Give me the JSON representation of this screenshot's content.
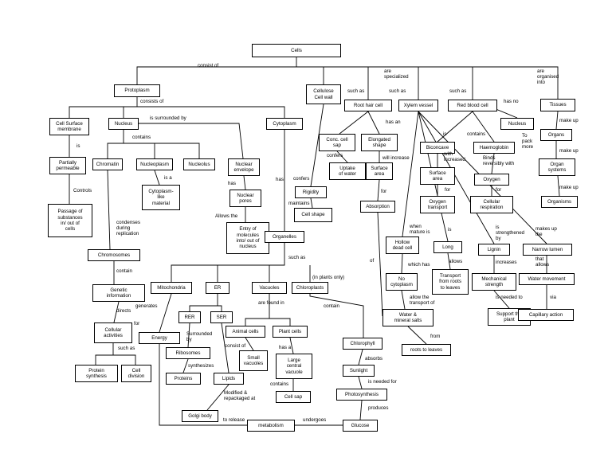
{
  "nodes": {
    "cells": "Cells",
    "protoplasm": "Protoplasm",
    "cellulose": "Cellulose\nCell wall",
    "root_hair": "Root hair cell",
    "xylem": "Xylem vessel",
    "rbc": "Red blood cell",
    "tissues": "Tissues",
    "csm": "Cell Surface\nmembrane",
    "nucleus": "Nucleus",
    "cytoplasm": "Cytoplasm",
    "conc_sap": "Conc. cell\nsap",
    "elongated": "Elongated\nshape",
    "biconcave": "Biconcave",
    "haemoglobin": "Haemoglobin",
    "nucleus2": "Nucleus",
    "organs": "Organs",
    "partially": "Partially\npermeable",
    "chromatin": "Chromatin",
    "nucleoplasm": "Nucleoplasm",
    "nucleolus": "Nucleolus",
    "nuclear_env": "Nuclear\nenvelope",
    "uptake": "Uptake\nof water",
    "surface_area": "Surface\narea",
    "surface_area2": "Surface\narea",
    "oxygen": "Oxygen",
    "organ_systems": "Organ\nsystems",
    "cyto_like": "Cytoplasm-\nlike\nmaterial",
    "rigidity": "Rigidity",
    "oxygen_transport": "Oxygen\ntransport",
    "cellular_resp": "Cellular\nrespiration",
    "organisms": "Organisms",
    "passage": "Passage of\nsubstances\nin/ out of\ncells",
    "nuclear_pores": "Nuclear\npores",
    "absorption": "Absorption",
    "cell_shape": "Cell shape",
    "entry": "Entry of\nmolecules\ninto/ out of\nnucleus",
    "organelles": "Organelles",
    "hollow": "Hollow\ndead cell",
    "long": "Long",
    "lignin": "Lignin",
    "narrow_lumen": "Narrow lumen",
    "chromosomes": "Chromosomes",
    "transport_roots": "Transport\nfrom roots\nto leaves",
    "no_cyto": "No\ncytoplasm",
    "mech_strength": "Mechanical\nstrength",
    "water_movement": "Water movement",
    "genetic_info": "Genetic\ninformation",
    "mitochondria": "Mitochondria",
    "er": "ER",
    "vacuoles": "Vacuoles",
    "chloroplasts": "Chloroplasts",
    "support": "Support the\nplant",
    "capillary": "Capillary action",
    "water_salts": "Water &\nmineral salts",
    "rer": "RER",
    "ser": "SER",
    "cellular_act": "Cellular\nactivities",
    "energy": "Energy",
    "animal_cells": "Animal cells",
    "plant_cells": "Plant cells",
    "roots_leaves": "roots to leaves",
    "chlorophyll": "Chlorophyll",
    "ribosomes": "Ribosomes",
    "small_vac": "Small\nvacuoles",
    "large_vac": "Large\ncentral\nvacuole",
    "protein_synth": "Protein\nsynthesis",
    "cell_div": "Cell\ndivision",
    "proteins": "Proteins",
    "lipids": "Lipids",
    "sunlight": "Sunlight",
    "cell_sap": "Cell sap",
    "photosynthesis": "Photosynthesis",
    "golgi": "Golgi body",
    "metabolism": "metabolism",
    "glucose": "Glucose"
  },
  "labels": {
    "consist_of": "consist of",
    "are_specialized": "are\nspecialized",
    "are_organised": "are\norganised\ninto",
    "consists_of": "consists of",
    "such_as_1": "such as",
    "such_as_2": "such as",
    "such_as_3": "such as",
    "has_no": "has no",
    "surrounded": "is surrounded by",
    "has_an": "has an",
    "make_up_1": "make up",
    "is_1": "is",
    "contains_1": "contains",
    "contains_2": "contains",
    "confers_1": "confers",
    "will_increase_1": "will increase",
    "with_increased": "with\nincreased",
    "to_pack": "To\npack\nmore",
    "binds": "Binds\nreversibly with",
    "make_up_2": "make up",
    "is_2": "is",
    "controls": "Controls",
    "is_a": "is a",
    "confers_2": "confers",
    "for_1": "for",
    "for_2": "for",
    "for_3": "for",
    "make_up_3": "make up",
    "has_1": "has",
    "has_2": "has",
    "maintains": "maintains",
    "allows_the": "Allows the",
    "condenses": "condenses\nduring\nreplication",
    "when_mature": "when\nmature is",
    "is_3": "is",
    "strengthened": "is\nstrengthened\nby",
    "makes_up": "makes up\nthe",
    "such_as_4": "such as",
    "which_has": "which has",
    "allows_1": "allows",
    "increases": "increases",
    "that_allows": "that\nallows",
    "contain": "contain",
    "in_plants": "(in plants only)",
    "of": "of",
    "directs": "directs",
    "generates": "generates",
    "allow_transport": "allow the\ntransport of",
    "is_needed_1": "is needed to",
    "via": "via",
    "contain_2": "contain",
    "are_found_in": "are found in",
    "for_4": "for",
    "surrounded_by": "Surrounded\nby",
    "consist_of_2": "consist of",
    "has_a": "has a",
    "from": "from",
    "such_as_5": "such as",
    "synthesizes": "synthesizes",
    "absorbs": "absorbs",
    "is_needed_2": "is needed for",
    "contains_3": "contains",
    "modified": "Modified &\nrepackaged at",
    "produces": "produces",
    "to_release": "to release",
    "undergoes": "undergoes"
  }
}
